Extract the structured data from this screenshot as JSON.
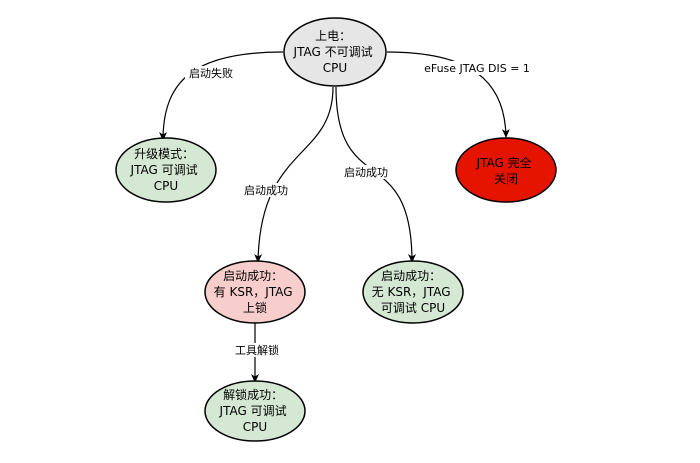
{
  "colors": {
    "stroke": "#000000",
    "node_gray": "#e6e6e6",
    "node_green": "#d5e8d4",
    "node_red": "#e51400",
    "node_pink": "#f8cecc",
    "text": "#000000"
  },
  "nodes": {
    "power_on": [
      "上电：",
      "JTAG 不可调试",
      "CPU"
    ],
    "upgrade_mode": [
      "升级模式：",
      "JTAG 可调试",
      "CPU"
    ],
    "jtag_off": [
      "JTAG 完全",
      "关闭"
    ],
    "boot_ksr": [
      "启动成功：",
      "有 KSR，JTAG",
      "上锁"
    ],
    "boot_no_ksr": [
      "启动成功：",
      "无 KSR，JTAG",
      "可调试 CPU"
    ],
    "unlock_ok": [
      "解锁成功：",
      "JTAG 可调试",
      "CPU"
    ]
  },
  "edge_labels": {
    "boot_fail": "启动失败",
    "efuse": "eFuse JTAG DIS = 1",
    "boot_success_left": "启动成功",
    "boot_success_right": "启动成功",
    "tool_unlock": "工具解锁"
  }
}
